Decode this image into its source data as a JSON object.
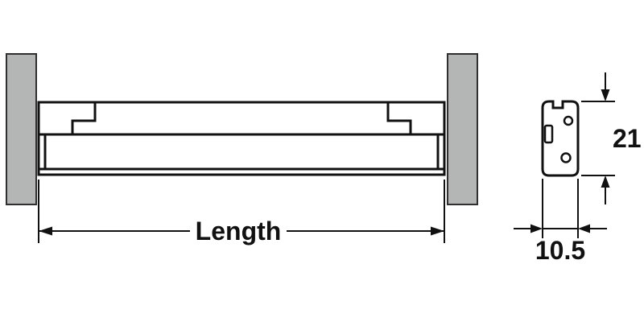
{
  "labels": {
    "length": "Length",
    "profile_height": "21",
    "profile_width": "10.5"
  },
  "colors": {
    "background": "#ffffff",
    "line": "#111111",
    "panel_fill": "#b4b6b5",
    "panel_edge": "#2f2f2f"
  }
}
